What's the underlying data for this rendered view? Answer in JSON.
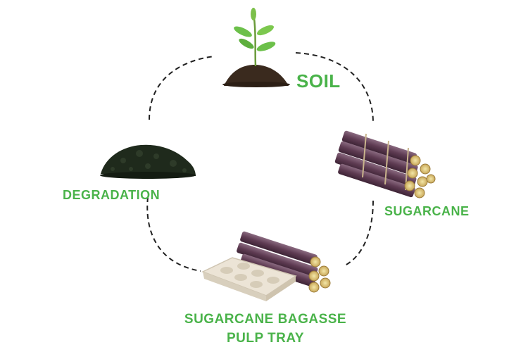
{
  "colors": {
    "label_green": "#4ab34a",
    "dashed_line": "#222222",
    "soil": "#3a2a1e",
    "leaf": "#6cc04a",
    "cane_purple": "#5e3b52",
    "cane_node": "#c9b48c",
    "tray": "#ece4d6"
  },
  "stages": [
    {
      "id": "soil",
      "label": "SOIL",
      "icon": "seedling-soil-icon"
    },
    {
      "id": "sugarcane",
      "label": "SUGARCANE",
      "icon": "sugarcane-bundle-icon"
    },
    {
      "id": "tray",
      "label_lines": [
        "SUGARCANE BAGASSE",
        "PULP TRAY"
      ],
      "icon": "pulp-tray-icon"
    },
    {
      "id": "degradation",
      "label": "DEGRADATION",
      "icon": "compost-heap-icon"
    }
  ]
}
